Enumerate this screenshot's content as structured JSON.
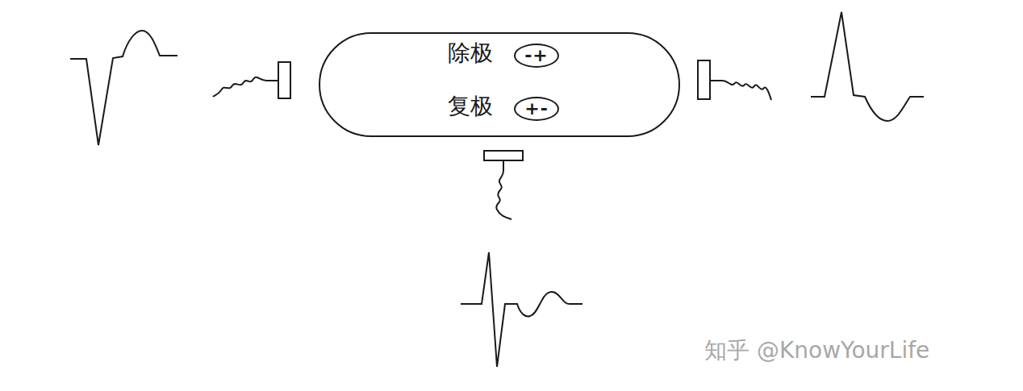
{
  "diagram": {
    "nodes": [
      {
        "text": [
          "除极",
          "复极"
        ]
      },
      {
        "text": [
          "-+"
        ],
        "in": 0
      },
      {
        "text": [
          "+-"
        ],
        "in": 0
      }
    ],
    "labels": [
      "知乎 @KnowYourLife"
    ]
  }
}
